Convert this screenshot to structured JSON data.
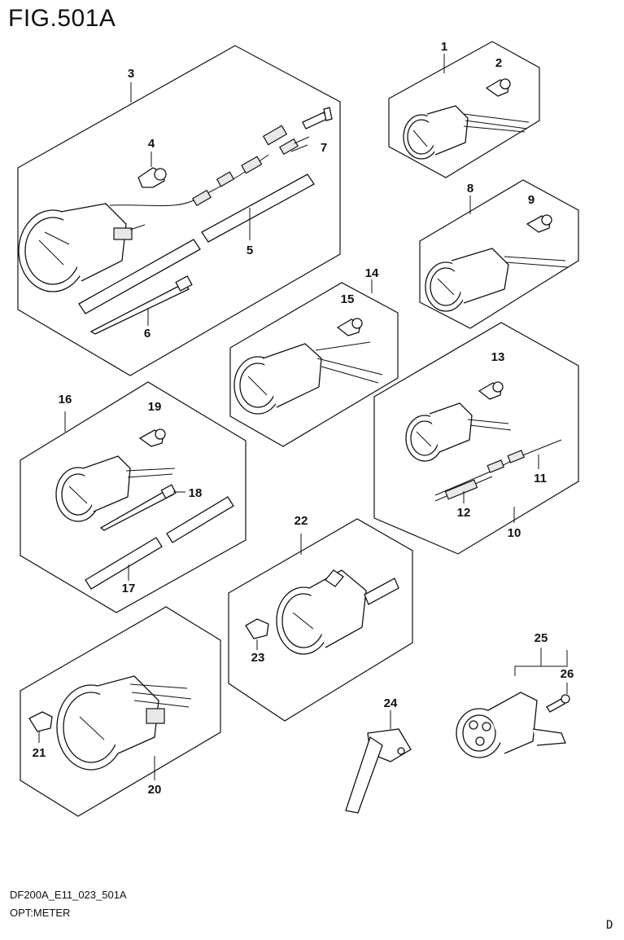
{
  "figure_title": "FIG.501A",
  "drawing_code": "DF200A_E11_023_501A",
  "caption": "OPT:METER",
  "page_mark": "D",
  "part_labels": {
    "p1": "1",
    "p2": "2",
    "p3": "3",
    "p4": "4",
    "p5": "5",
    "p6": "6",
    "p7": "7",
    "p8": "8",
    "p9": "9",
    "p10": "10",
    "p11": "11",
    "p12": "12",
    "p13": "13",
    "p14": "14",
    "p15": "15",
    "p16": "16",
    "p17": "17",
    "p18": "18",
    "p19": "19",
    "p20": "20",
    "p21": "21",
    "p22": "22",
    "p23": "23",
    "p24": "24",
    "p25": "25",
    "p26": "26"
  }
}
